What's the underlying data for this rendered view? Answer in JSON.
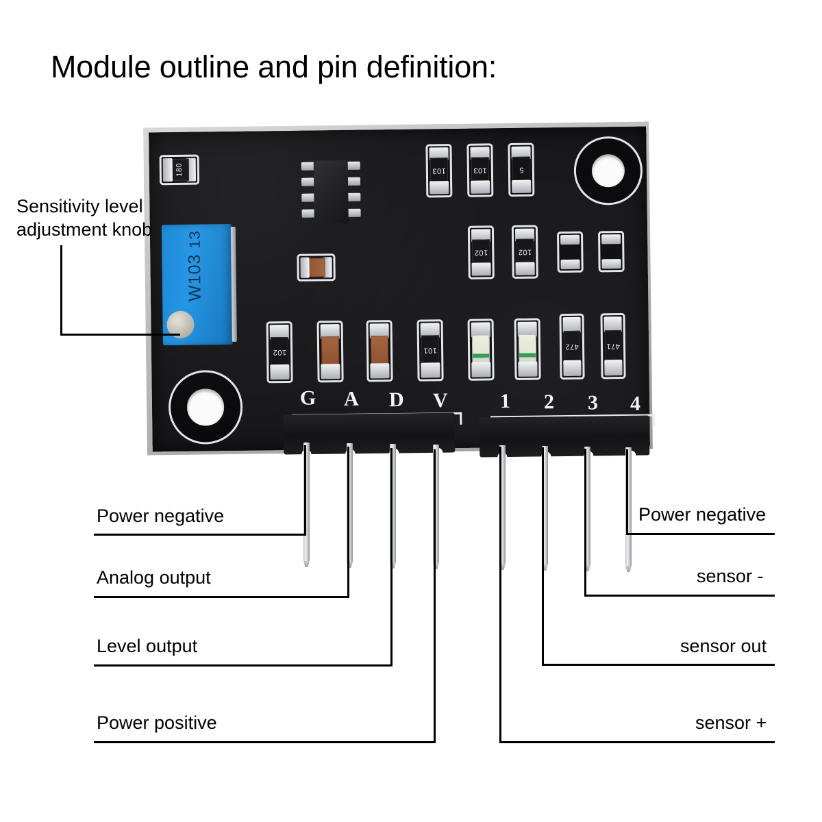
{
  "page": {
    "title": "Module outline and pin definition:"
  },
  "board": {
    "potentiometer": {
      "name": "sensitivity-trimmer",
      "line1": "W103",
      "line2": "13",
      "color": "#1f93e4"
    },
    "components": [
      {
        "ref": "R-180",
        "code": "180",
        "type": "resistor"
      },
      {
        "ref": "R-103a",
        "code": "103",
        "type": "resistor"
      },
      {
        "ref": "R-103b",
        "code": "103",
        "type": "resistor"
      },
      {
        "ref": "R-top3",
        "code": "5",
        "type": "resistor"
      },
      {
        "ref": "R-102a",
        "code": "102",
        "type": "resistor"
      },
      {
        "ref": "R-102b",
        "code": "102",
        "type": "resistor"
      },
      {
        "ref": "R-102c",
        "code": "102",
        "type": "resistor"
      },
      {
        "ref": "R-101a",
        "code": "101",
        "type": "resistor"
      },
      {
        "ref": "R-472",
        "code": "472",
        "type": "resistor"
      },
      {
        "ref": "R-471",
        "code": "471",
        "type": "resistor"
      }
    ],
    "ic": {
      "name": "comparator-ic",
      "pins": 8
    },
    "silkscreen_left": [
      "G",
      "A",
      "D",
      "V"
    ],
    "silkscreen_right": [
      "1",
      "2",
      "3",
      "4"
    ],
    "mounting_holes": 2
  },
  "callouts": {
    "knob": "Sensitivity level\nadjustment knob",
    "knob_line1": "Sensitivity level",
    "knob_line2": "adjustment knob",
    "left": [
      {
        "pin": "G",
        "label": "Power negative"
      },
      {
        "pin": "A",
        "label": "Analog output"
      },
      {
        "pin": "D",
        "label": "Level output"
      },
      {
        "pin": "V",
        "label": "Power positive"
      }
    ],
    "right": [
      {
        "pin": "4",
        "label": "Power negative"
      },
      {
        "pin": "3",
        "label": "sensor -"
      },
      {
        "pin": "2",
        "label": "sensor out"
      },
      {
        "pin": "1",
        "label": "sensor +"
      }
    ]
  }
}
